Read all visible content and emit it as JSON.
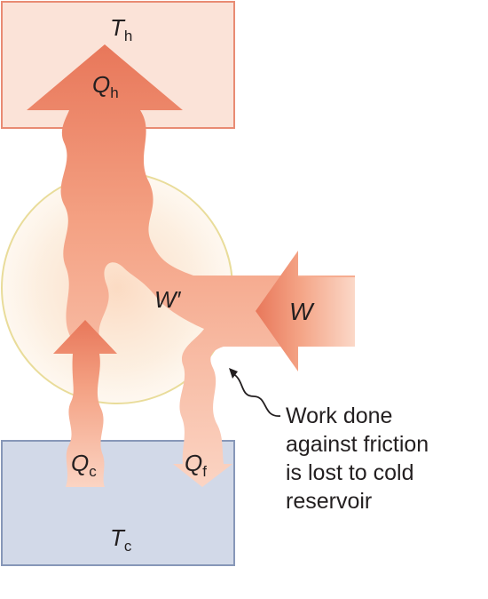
{
  "labels": {
    "hot_reservoir": {
      "main": "T",
      "sub": "h"
    },
    "cold_reservoir": {
      "main": "T",
      "sub": "c"
    },
    "heat_hot": {
      "main": "Q",
      "sub": "h"
    },
    "heat_cold": {
      "main": "Q",
      "sub": "c"
    },
    "heat_friction": {
      "main": "Q",
      "sub": "f"
    },
    "work_in": "W",
    "work_prime": "W′"
  },
  "annotation": {
    "lines": [
      "Work done",
      "against friction",
      "is lost to cold",
      "reservoir"
    ]
  },
  "colors": {
    "hot_reservoir_fill": "#fbe3d8",
    "hot_reservoir_stroke": "#e98b73",
    "cold_reservoir_fill": "#d2d9e8",
    "cold_reservoir_stroke": "#8797b8",
    "arrow_fill": "#f5a98a",
    "arrow_dark": "#e8775a",
    "engine_circle_stroke": "#e9dc9a",
    "engine_circle_glow": "#fbe8c8"
  }
}
